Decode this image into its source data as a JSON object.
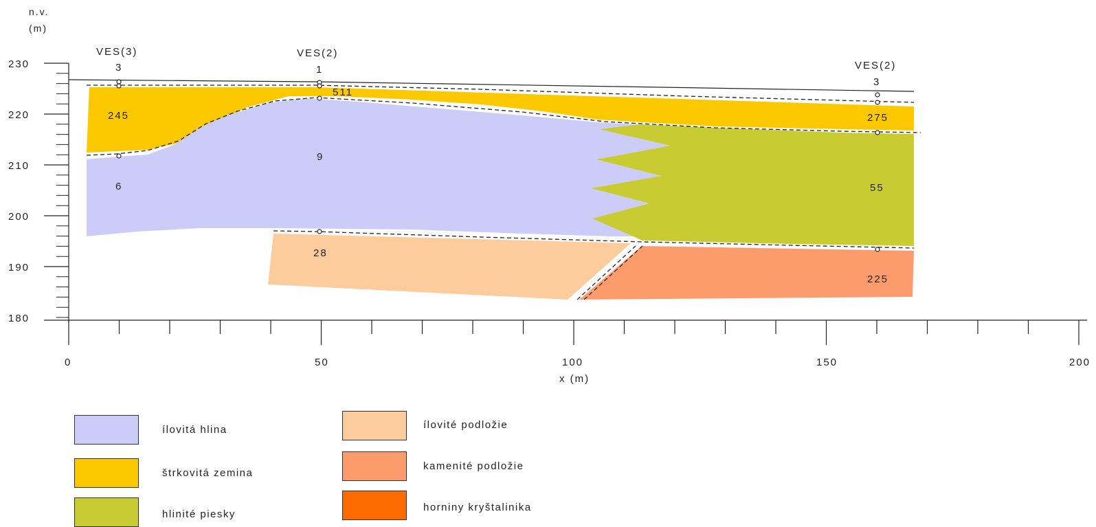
{
  "axes": {
    "y_unit_line1": "n.v.",
    "y_unit_line2": "(m)",
    "x_label": "x (m)",
    "y_ticks": [
      "230",
      "220",
      "210",
      "200",
      "190",
      "180"
    ],
    "x_ticks": [
      "0",
      "50",
      "100",
      "150",
      "200"
    ]
  },
  "ves": [
    {
      "name": "VES(3)",
      "number": "3"
    },
    {
      "name": "VES(2)",
      "number": "1"
    },
    {
      "name": "VES(2)",
      "number": "3"
    }
  ],
  "zone_values": {
    "gravel_left": "245",
    "thin_layer": "511",
    "gravel_right": "275",
    "clay_center": "9",
    "clay_left": "6",
    "sand": "55",
    "clay_base": "28",
    "stone_base": "225"
  },
  "legend": [
    {
      "label": "ílovitá hlina",
      "color": "#ccccf8"
    },
    {
      "label": "štrkovitá zemina",
      "color": "#fcc800"
    },
    {
      "label": "hlinité piesky",
      "color": "#c8cc32"
    },
    {
      "label": "ílovité podložie",
      "color": "#fccc9c"
    },
    {
      "label": "kamenité podložie",
      "color": "#fc9c6c"
    },
    {
      "label": "horniny kryštalinika",
      "color": "#fc6a00"
    }
  ]
}
